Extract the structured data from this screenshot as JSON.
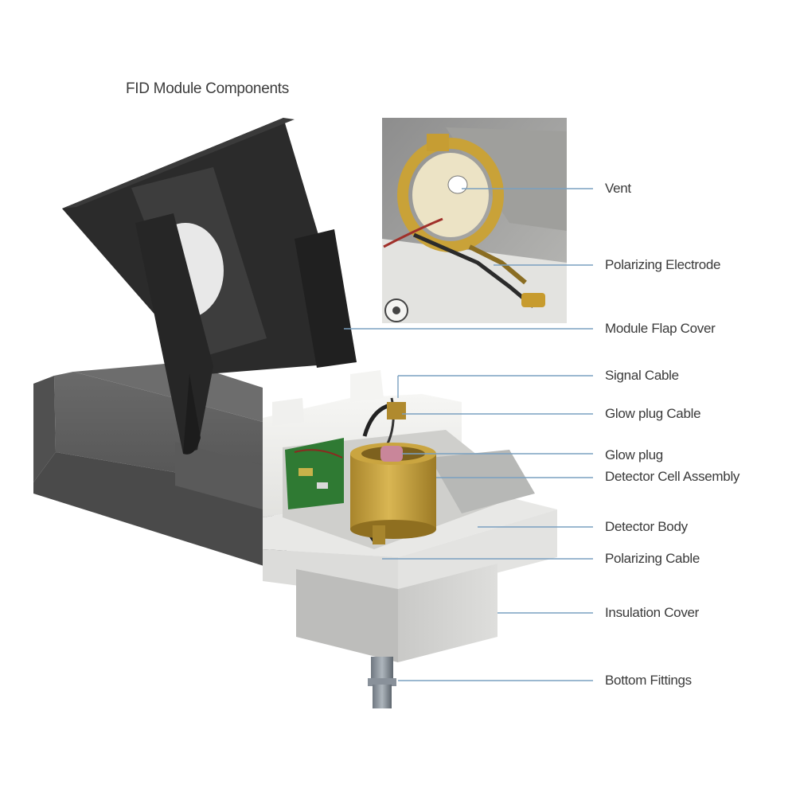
{
  "title": "FID Module Components",
  "colors": {
    "housing": "#5c5c5c",
    "housing_shadow": "#454545",
    "cover": "#2a2a2a",
    "white_plastic": "#eeeeec",
    "brass": "#b79232",
    "brass_light": "#d6b24c",
    "leader_line": "#7aa0c0",
    "pcb_green": "#2f7a33"
  },
  "callouts": [
    {
      "id": "vent",
      "label": "Vent"
    },
    {
      "id": "polarizing-electrode",
      "label": "Polarizing Electrode"
    },
    {
      "id": "module-flap-cover",
      "label": "Module Flap Cover"
    },
    {
      "id": "signal-cable",
      "label": "Signal Cable"
    },
    {
      "id": "glow-plug-cable",
      "label": "Glow plug Cable"
    },
    {
      "id": "glow-plug",
      "label": "Glow plug"
    },
    {
      "id": "detector-cell-assembly",
      "label": "Detector Cell Assembly"
    },
    {
      "id": "detector-body",
      "label": "Detector Body"
    },
    {
      "id": "polarizing-cable",
      "label": "Polarizing Cable"
    },
    {
      "id": "insulation-cover",
      "label": "Insulation Cover"
    },
    {
      "id": "bottom-fittings",
      "label": "Bottom Fittings"
    }
  ]
}
